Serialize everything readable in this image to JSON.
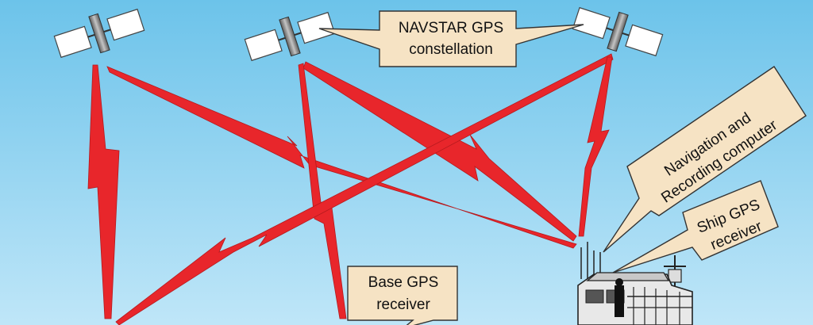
{
  "diagram": {
    "callouts": {
      "constellation": {
        "line1": "NAVSTAR GPS",
        "line2": "constellation"
      },
      "base_receiver": {
        "line1": "Base GPS",
        "line2": "receiver"
      },
      "nav_computer": {
        "line1": "Navigation and",
        "line2": "Recording computer"
      },
      "ship_receiver": {
        "line1": "Ship GPS",
        "line2": "receiver"
      }
    },
    "colors": {
      "sky_top": "#6cc3ea",
      "sky_bottom": "#bfe6f8",
      "signal": "#e8262b",
      "callout_fill": "#f6e3c4",
      "callout_stroke": "#333333",
      "panel": "#ffffff",
      "satellite_body": "#8d8d8d"
    },
    "icons": [
      "satellite-icon",
      "ship-icon",
      "lightning-signal-icon"
    ]
  }
}
